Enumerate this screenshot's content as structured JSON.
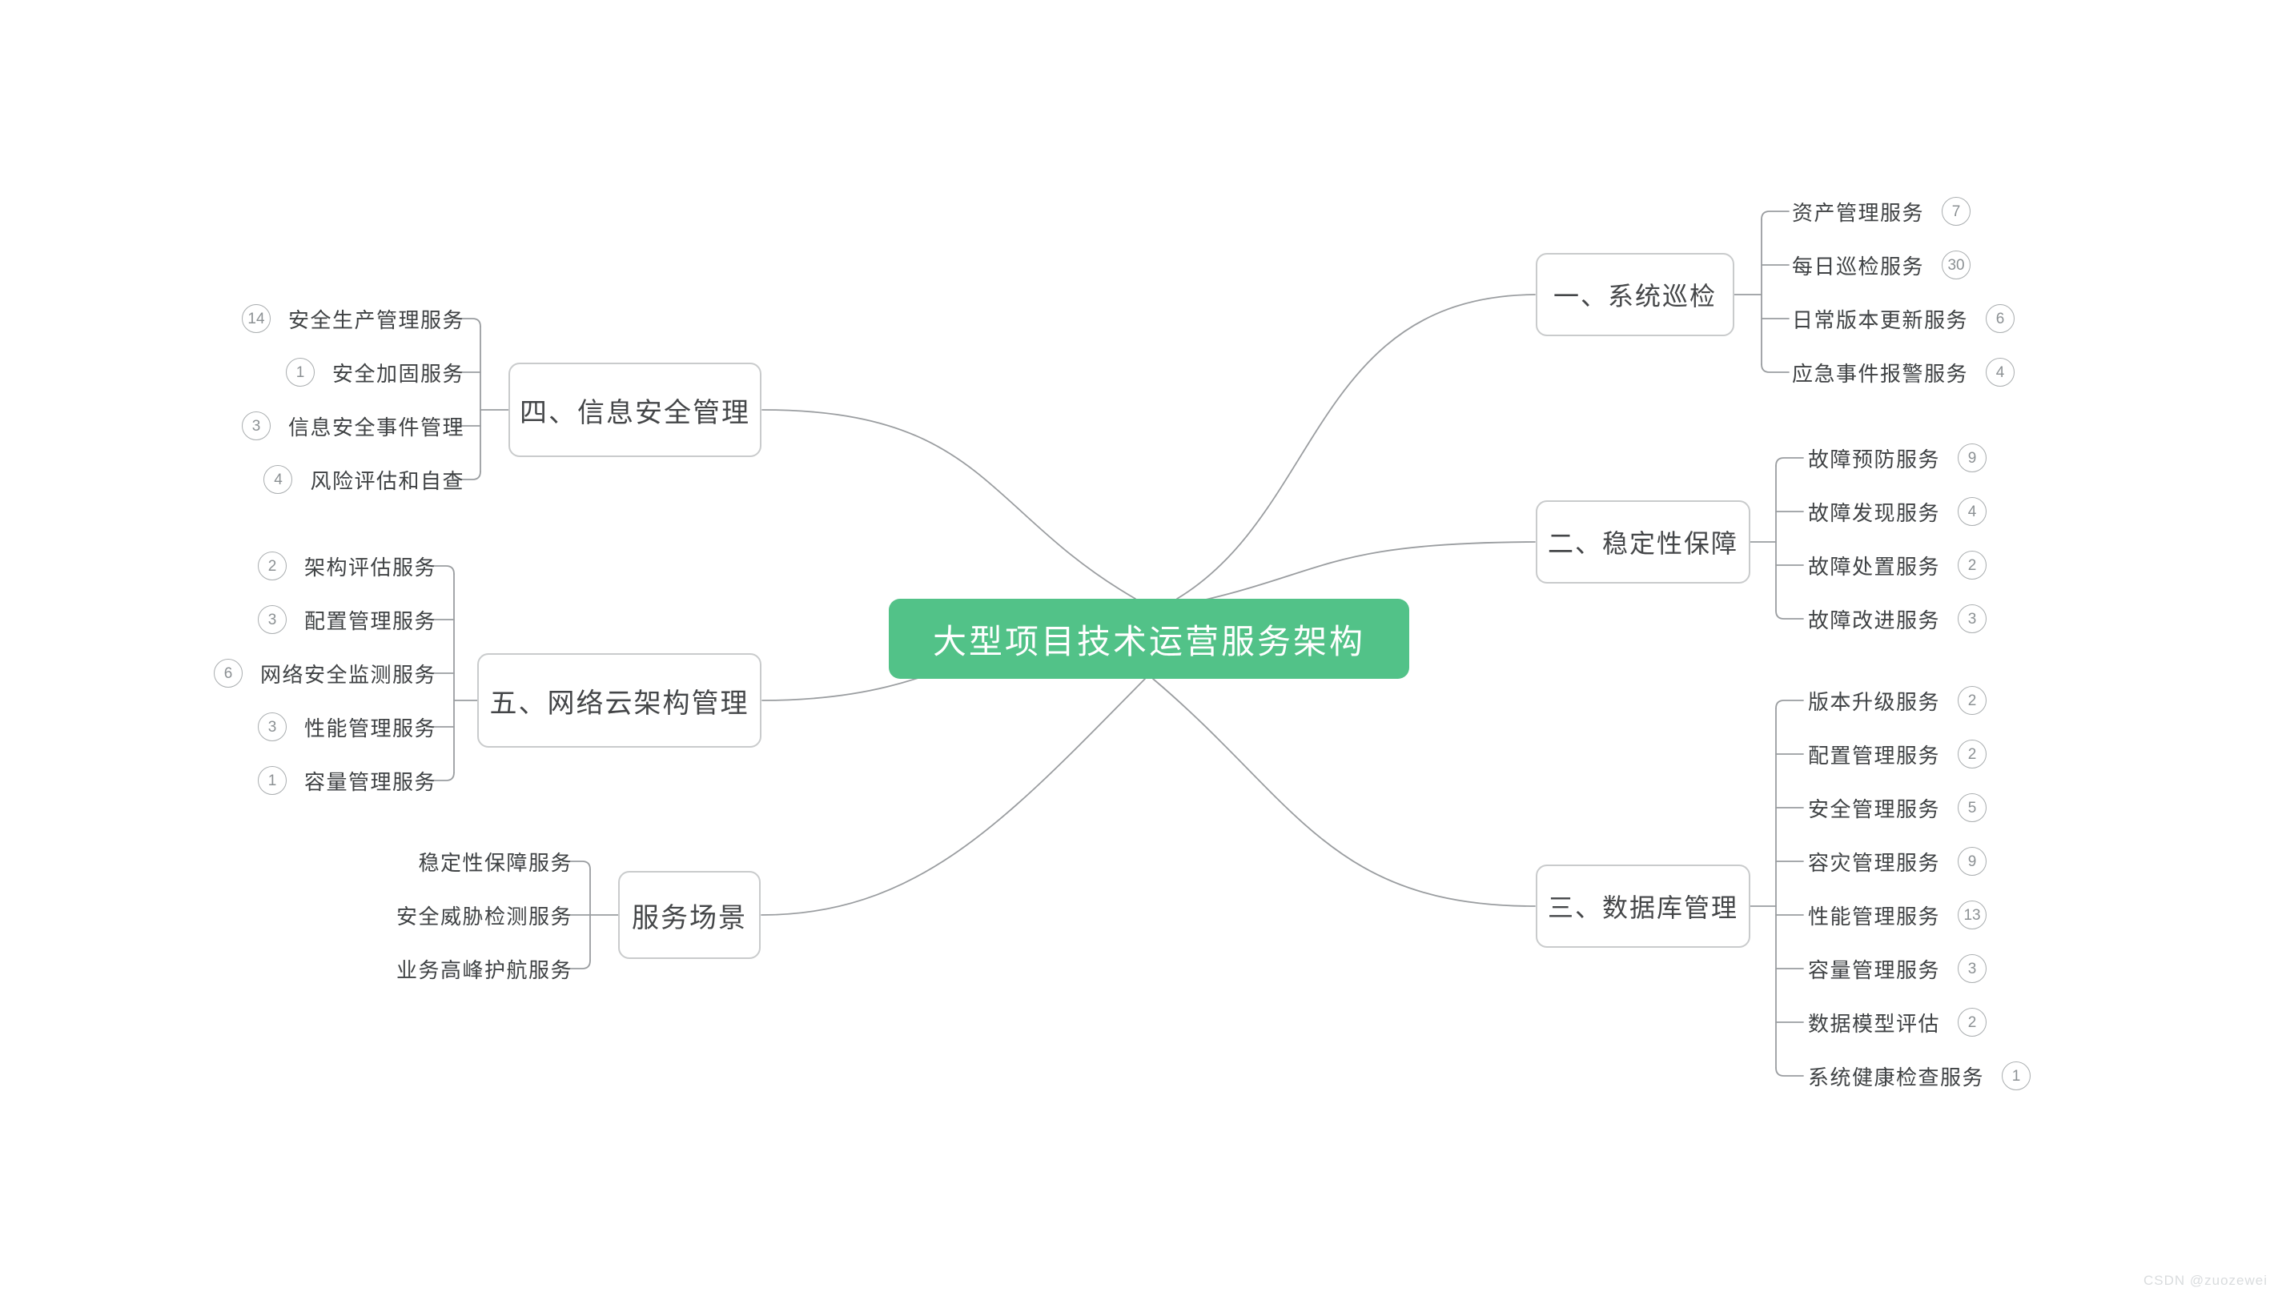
{
  "diagram": {
    "type": "mindmap",
    "root": {
      "label": "大型项目技术运营服务架构",
      "color": "#52c288",
      "text_color": "#ffffff"
    },
    "line_color": "#9a9da0",
    "box_border_color": "#c9cbcc",
    "badge_color": "#8b9093",
    "branches": [
      {
        "id": "system-inspection",
        "label": "一、系统巡检",
        "side": "right",
        "children": [
          {
            "label": "资产管理服务",
            "count": "7"
          },
          {
            "label": "每日巡检服务",
            "count": "30"
          },
          {
            "label": "日常版本更新服务",
            "count": "6"
          },
          {
            "label": "应急事件报警服务",
            "count": "4"
          }
        ]
      },
      {
        "id": "stability-assurance",
        "label": "二、稳定性保障",
        "side": "right",
        "children": [
          {
            "label": "故障预防服务",
            "count": "9"
          },
          {
            "label": "故障发现服务",
            "count": "4"
          },
          {
            "label": "故障处置服务",
            "count": "2"
          },
          {
            "label": "故障改进服务",
            "count": "3"
          }
        ]
      },
      {
        "id": "database-management",
        "label": "三、数据库管理",
        "side": "right",
        "children": [
          {
            "label": "版本升级服务",
            "count": "2"
          },
          {
            "label": "配置管理服务",
            "count": "2"
          },
          {
            "label": "安全管理服务",
            "count": "5"
          },
          {
            "label": "容灾管理服务",
            "count": "9"
          },
          {
            "label": "性能管理服务",
            "count": "13"
          },
          {
            "label": "容量管理服务",
            "count": "3"
          },
          {
            "label": "数据模型评估",
            "count": "2"
          },
          {
            "label": "系统健康检查服务",
            "count": "1"
          }
        ]
      },
      {
        "id": "information-security-management",
        "label": "四、信息安全管理",
        "side": "left",
        "children": [
          {
            "label": "安全生产管理服务",
            "count": "14"
          },
          {
            "label": "安全加固服务",
            "count": "1"
          },
          {
            "label": "信息安全事件管理",
            "count": "3"
          },
          {
            "label": "风险评估和自查",
            "count": "4"
          }
        ]
      },
      {
        "id": "network-cloud-architecture-management",
        "label": "五、网络云架构管理",
        "side": "left",
        "children": [
          {
            "label": "架构评估服务",
            "count": "2"
          },
          {
            "label": "配置管理服务",
            "count": "3"
          },
          {
            "label": "网络安全监测服务",
            "count": "6"
          },
          {
            "label": "性能管理服务",
            "count": "3"
          },
          {
            "label": "容量管理服务",
            "count": "1"
          }
        ]
      },
      {
        "id": "service-scenarios",
        "label": "服务场景",
        "side": "left",
        "children": [
          {
            "label": "稳定性保障服务",
            "count": ""
          },
          {
            "label": "安全威胁检测服务",
            "count": ""
          },
          {
            "label": "业务高峰护航服务",
            "count": ""
          }
        ]
      }
    ]
  },
  "watermark": {
    "text": "CSDN @zuozewei"
  }
}
